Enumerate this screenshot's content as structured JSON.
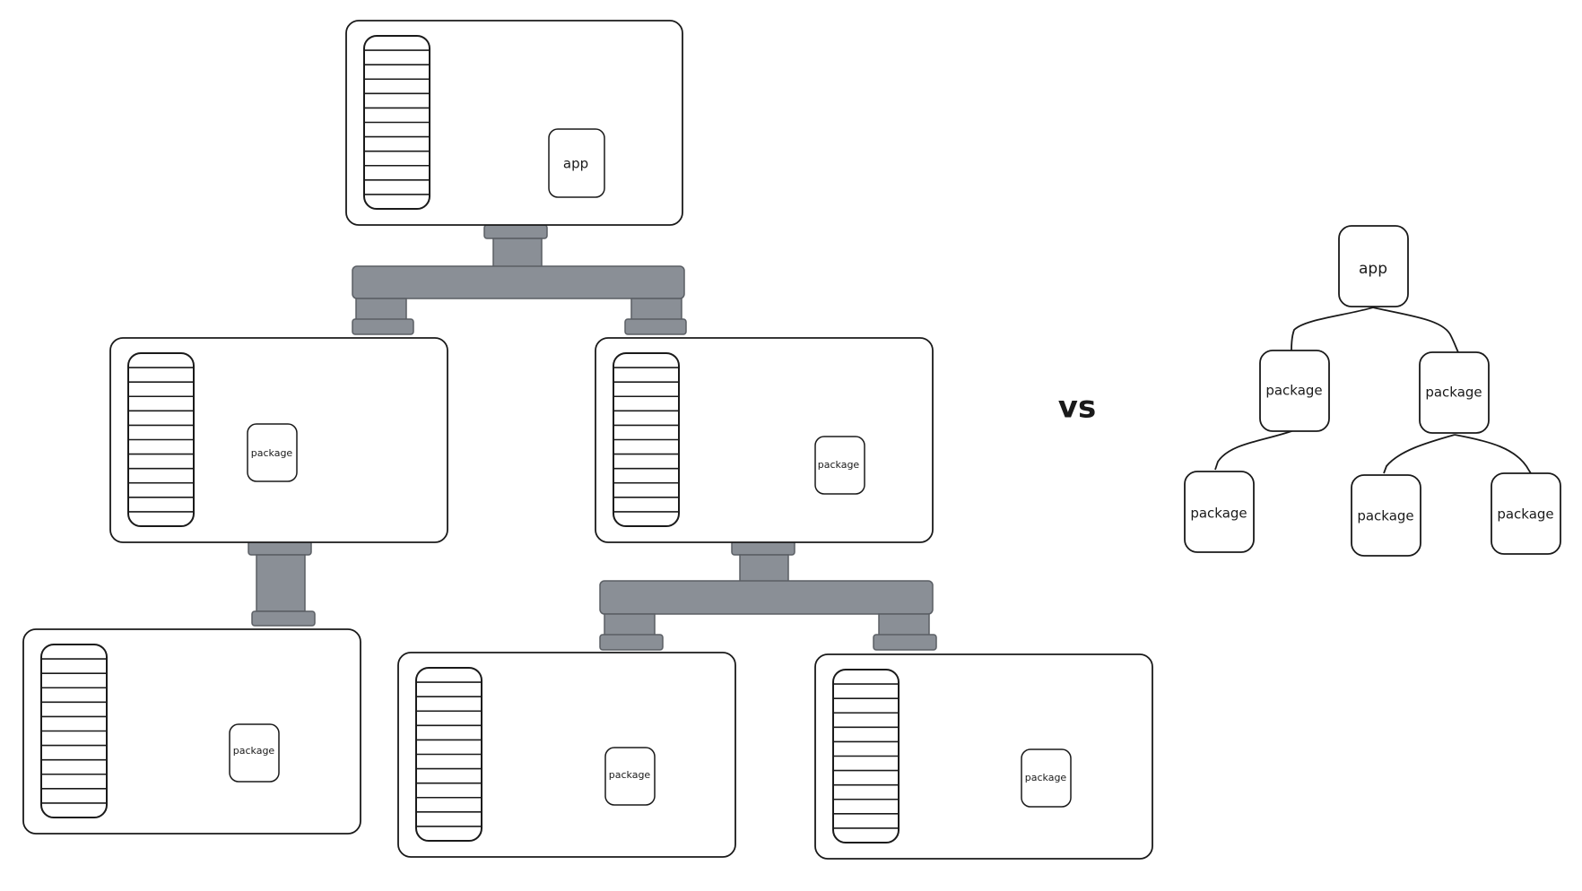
{
  "labels": {
    "app": "app",
    "package": "package",
    "versus": "vs"
  },
  "colors": {
    "stroke": "#1a1a1a",
    "connector_fill": "#8a8f96",
    "connector_stroke": "#5a5e64",
    "box_fill": "#ffffff"
  }
}
